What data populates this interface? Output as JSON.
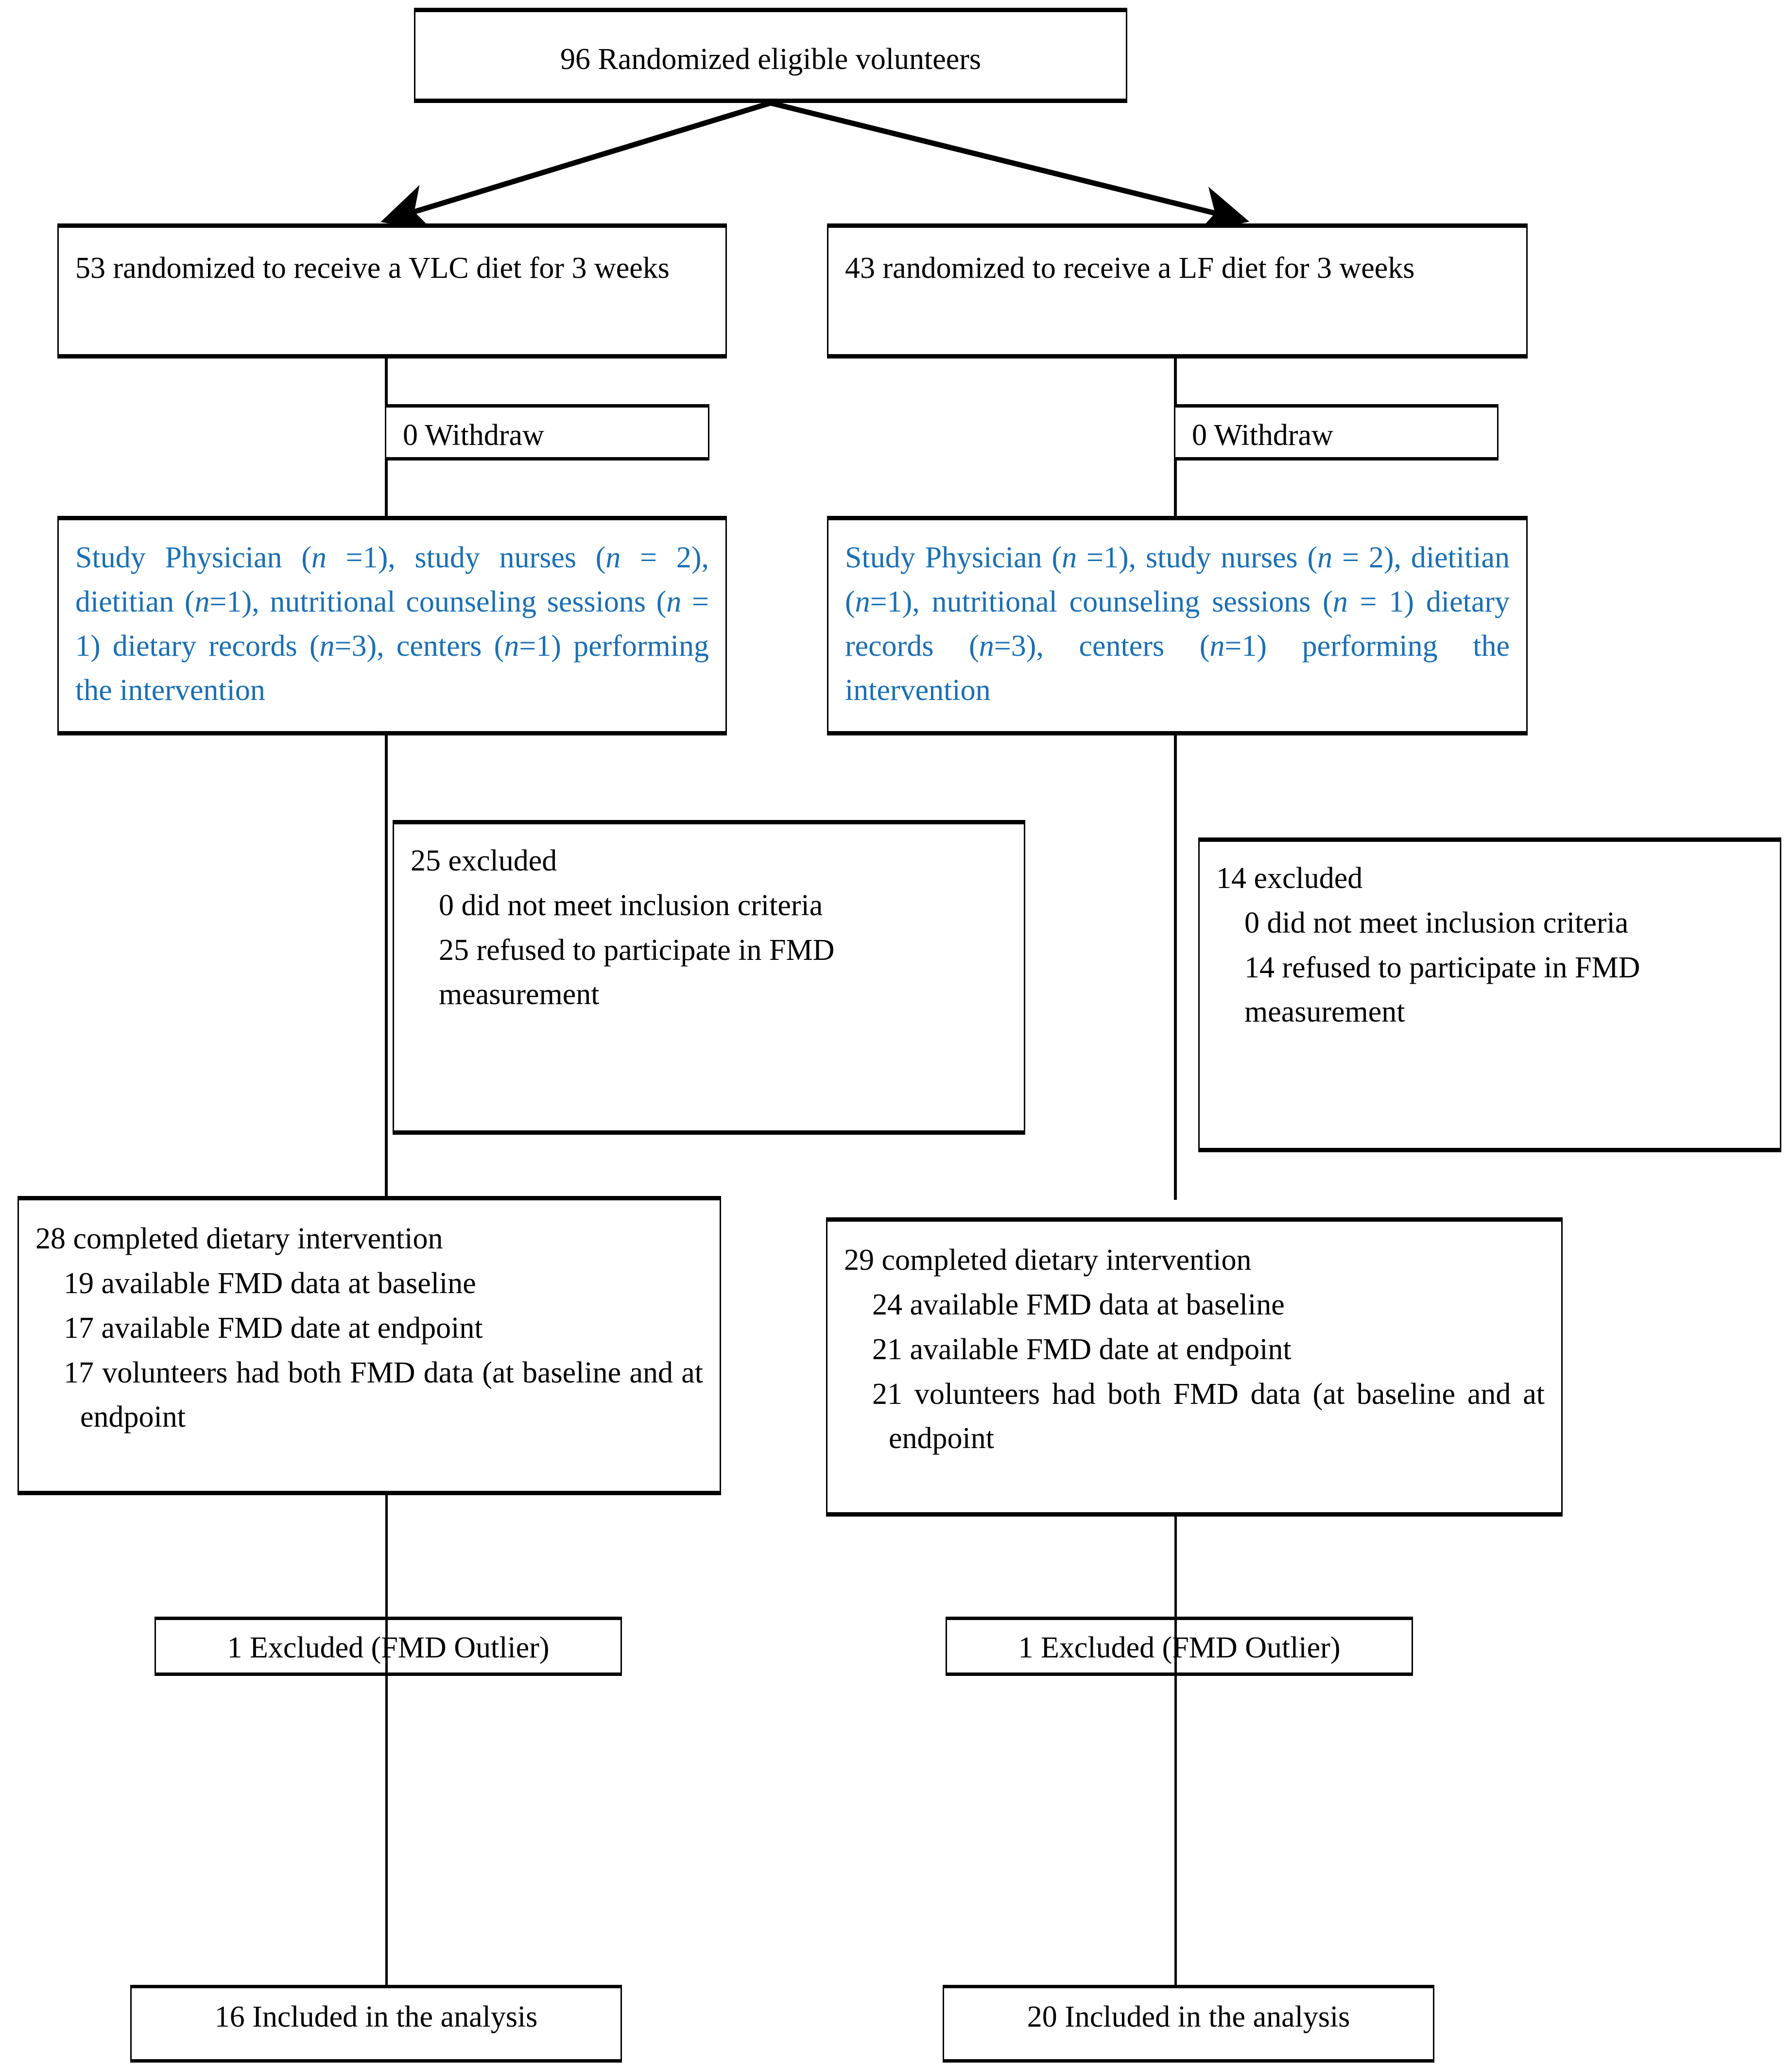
{
  "diagram": {
    "type": "flowchart",
    "title": "CONSORT participant flow diagram",
    "accent_blue": "#1a6fb5",
    "line_color": "#000000",
    "background": "#ffffff"
  },
  "enrollment": {
    "total_box": "96 Randomized eligible volunteers",
    "total_randomized": 96
  },
  "arms": [
    {
      "id": "vlc",
      "allocation": "53 randomized to receive a VLC diet for 3 weeks",
      "allocated_n": 53,
      "diet": "VLC",
      "duration": "3 weeks",
      "withdraw": "0 Withdraw",
      "withdraw_n": 0,
      "intervention_staff": {
        "line1_a": "Study Physician (",
        "line1_n1": "n",
        "line1_b": " =1), study nurses (",
        "line1_n2": "n",
        "line1_c": " = 2), dietitian (",
        "line1_n3": "n",
        "line1_d": "=1), nutritional counseling sessions (",
        "line1_n4": "n",
        "line1_e": " = 1) dietary records (",
        "line1_n5": "n",
        "line1_f": "=3), centers (",
        "line1_n6": "n",
        "line1_g": "=1) performing the intervention"
      },
      "excluded": {
        "heading": "25 excluded",
        "heading_n": 25,
        "reasons": [
          "0 did not meet inclusion criteria",
          "25 refused to participate in FMD measurement"
        ]
      },
      "completed": {
        "heading": "28 completed dietary intervention",
        "heading_n": 28,
        "details": [
          "19 available FMD data at baseline",
          "17 available FMD date at endpoint",
          "17 volunteers had both FMD data (at baseline and at endpoint"
        ]
      },
      "outlier_excluded": "1 Excluded (FMD Outlier)",
      "outlier_excluded_n": 1,
      "analyzed": "16 Included in the analysis",
      "analyzed_n": 16
    },
    {
      "id": "lf",
      "allocation": "43 randomized to receive a LF diet for 3 weeks",
      "allocated_n": 43,
      "diet": "LF",
      "duration": "3 weeks",
      "withdraw": "0 Withdraw",
      "withdraw_n": 0,
      "intervention_staff": {
        "line1_a": "Study Physician (",
        "line1_n1": "n",
        "line1_b": " =1), study nurses (",
        "line1_n2": "n",
        "line1_c": " = 2), dietitian (",
        "line1_n3": "n",
        "line1_d": "=1), nutritional counseling sessions (",
        "line1_n4": "n",
        "line1_e": " = 1) dietary records (",
        "line1_n5": "n",
        "line1_f": "=3), centers (",
        "line1_n6": "n",
        "line1_g": "=1) performing the intervention"
      },
      "excluded": {
        "heading": "14 excluded",
        "heading_n": 14,
        "reasons": [
          "0 did not meet inclusion criteria",
          "14 refused to participate in FMD measurement"
        ]
      },
      "completed": {
        "heading": "29 completed dietary intervention",
        "heading_n": 29,
        "details": [
          "24 available FMD data at baseline",
          "21 available FMD date at endpoint",
          "21 volunteers had both FMD data (at baseline and at endpoint"
        ]
      },
      "outlier_excluded": "1 Excluded (FMD Outlier)",
      "outlier_excluded_n": 1,
      "analyzed": "20 Included in the analysis",
      "analyzed_n": 20
    }
  ]
}
